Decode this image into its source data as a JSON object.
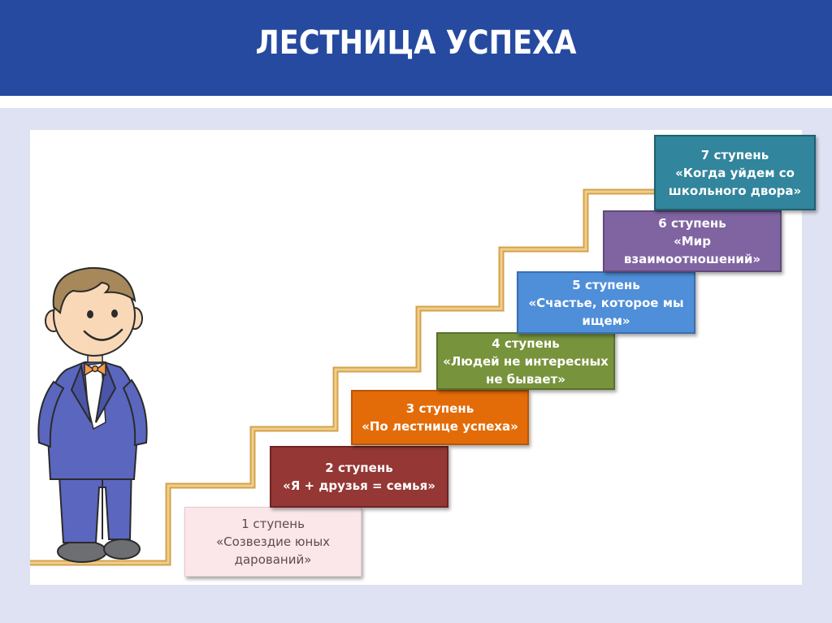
{
  "title": "ЛЕСТНИЦА УСПЕХА",
  "colors": {
    "header": "#254a9f",
    "background": "#dfe2f2",
    "stairs": "#e1b566"
  },
  "steps": [
    {
      "step_label": "1 ступень",
      "text_line1": "«Созвездие юных",
      "text_line2": "дарований»",
      "color": "#fbe7ea"
    },
    {
      "step_label": "2 ступень",
      "text_line1": "«Я + друзья = семья»",
      "text_line2": "",
      "color": "#953735"
    },
    {
      "step_label": "3 ступень",
      "text_line1": "«По лестнице успеха»",
      "text_line2": "",
      "color": "#e36c09"
    },
    {
      "step_label": "4 ступень",
      "text_line1": "«Людей не интересных",
      "text_line2": "не бывает»",
      "color": "#77933c"
    },
    {
      "step_label": "5 ступень",
      "text_line1": "«Счастье, которое мы",
      "text_line2": "ищем»",
      "color": "#4f8ed8"
    },
    {
      "step_label": "6 ступень",
      "text_line1": "«Мир",
      "text_line2": "взаимоотношений»",
      "color": "#8064a2"
    },
    {
      "step_label": "7 ступень",
      "text_line1": "«Когда уйдем со",
      "text_line2": "школьного двора»",
      "color": "#31859c"
    }
  ],
  "illustration": "boy-in-suit-cartoon"
}
